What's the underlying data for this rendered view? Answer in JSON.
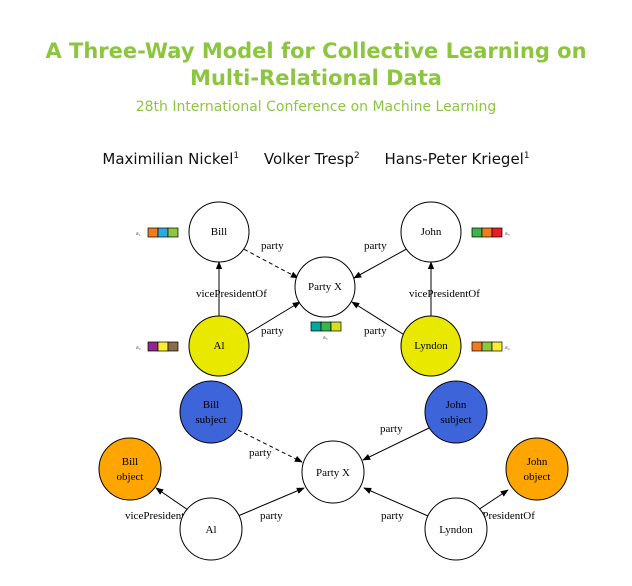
{
  "title_line1": "A Three-Way Model for Collective Learning on",
  "title_line2": "Multi-Relational Data",
  "subtitle": "28th International Conference on Machine Learning",
  "authors": [
    {
      "name": "Maximilian Nickel",
      "sup": "1"
    },
    {
      "name": "Volker Tresp",
      "sup": "2"
    },
    {
      "name": "Hans-Peter Kriegel",
      "sup": "1"
    }
  ],
  "top_graph": {
    "nodes": {
      "bill": "Bill",
      "john": "John",
      "party": "Party X",
      "al": "Al",
      "lyndon": "Lyndon"
    },
    "edges": {
      "bill_party": "party",
      "john_party": "party",
      "al_party": "party",
      "lyndon_party": "party",
      "al_bill": "vicePresidentOf",
      "lyndon_john": "vicePresidentOf"
    },
    "vectors": {
      "a1": {
        "label": "a₁",
        "colors": [
          "#f47a20",
          "#29abe2",
          "#8dc63f"
        ]
      },
      "a2": {
        "label": "a₂",
        "colors": [
          "#92278f",
          "#f9ed32",
          "#8b6b4a"
        ]
      },
      "a3": {
        "label": "a₃",
        "colors": [
          "#39b54a",
          "#f47a20",
          "#ed1c24"
        ]
      },
      "a4": {
        "label": "a₄",
        "colors": [
          "#f47a20",
          "#8dc63f",
          "#f9ed32"
        ]
      },
      "a5": {
        "label": "a₅",
        "colors": [
          "#00a99d",
          "#39b54a",
          "#d7df23"
        ]
      }
    }
  },
  "bottom_graph": {
    "nodes": {
      "bill_subject": [
        "Bill",
        "subject"
      ],
      "john_subject": [
        "John",
        "subject"
      ],
      "bill_object": [
        "Bill",
        "object"
      ],
      "john_object": [
        "John",
        "object"
      ],
      "party": "Party X",
      "al": "Al",
      "lyndon": "Lyndon"
    },
    "edges": {
      "bill_party": "party",
      "john_party": "party",
      "al_party": "party",
      "lyndon_party": "party",
      "al_bill": "vicePresidentOf",
      "lyndon_john": "vicePresidentOf"
    }
  },
  "colors": {
    "title": "#8cc63f",
    "yellow_node": "#e8e800",
    "blue_node": "#3d64d8",
    "orange_node": "#ffa500"
  }
}
